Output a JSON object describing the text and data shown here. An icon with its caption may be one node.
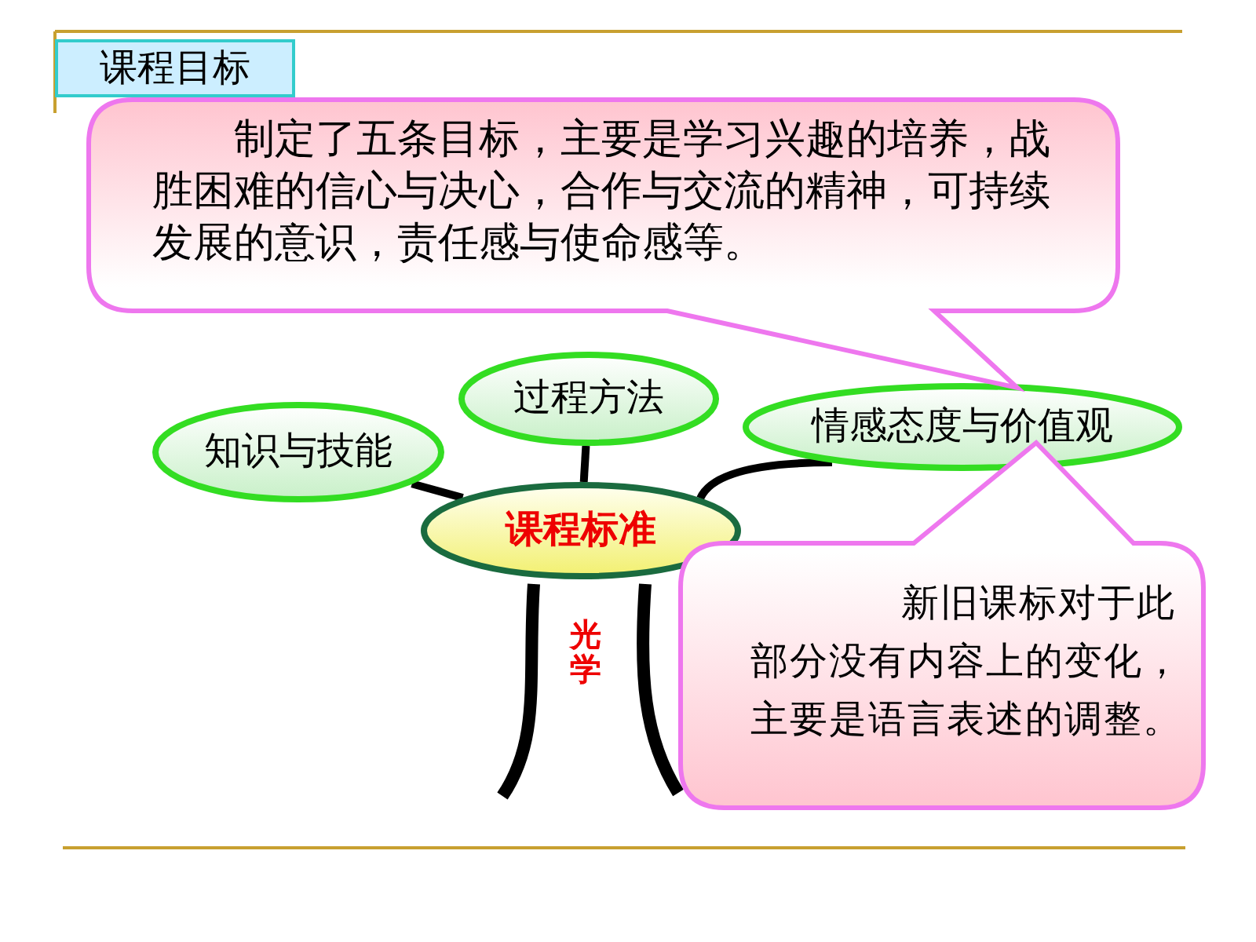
{
  "diagram": {
    "nodes": [
      {
        "text": [
          "课程目标"
        ]
      },
      {
        "text": [
          "制定了五条目标，主要是学习兴趣的培养，战胜困难的信心与决心，合作与交流的精神，可持续发展的意识，责任感与使命感等。"
        ]
      },
      {
        "text": [
          "知识与技能"
        ]
      },
      {
        "text": [
          "过程方法"
        ]
      },
      {
        "text": [
          "情感态度与价值观"
        ]
      },
      {
        "text": [
          "课程标准"
        ]
      },
      {
        "text": [
          "新旧课标对于此部分没有内容上的变化，主要是语言表述的调整。"
        ]
      }
    ],
    "edges": [
      {
        "from": 5,
        "to": 2,
        "arrow": "none"
      },
      {
        "from": 5,
        "to": 3,
        "arrow": "none"
      },
      {
        "from": 5,
        "to": 4,
        "arrow": "none"
      }
    ],
    "labels": [
      "光学"
    ]
  }
}
